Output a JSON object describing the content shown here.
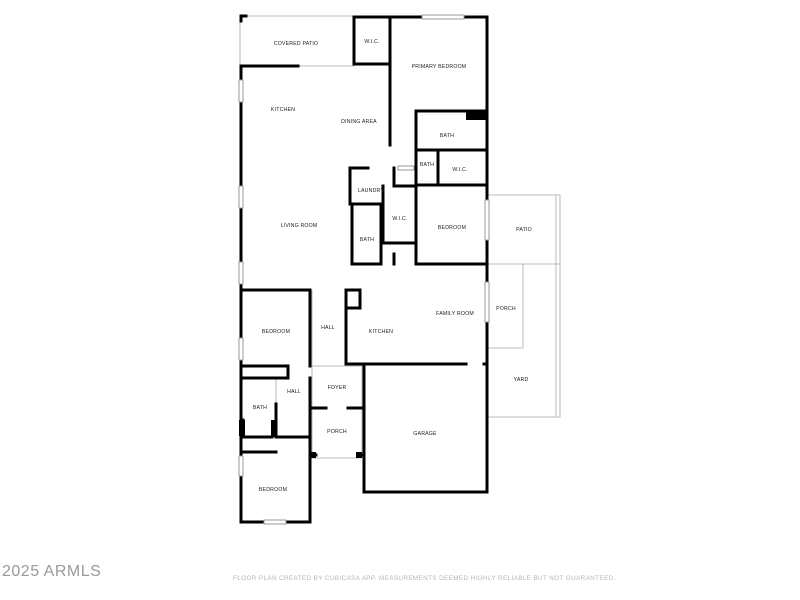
{
  "rooms": {
    "covered_patio": "COVERED PATIO",
    "wic_top": "W.I.C.",
    "primary_bedroom": "PRIMARY BEDROOM",
    "kitchen_top": "KITCHEN",
    "dining_area": "DINING AREA",
    "bath_primary": "BATH",
    "bath_small": "BATH",
    "wic_right": "W.I.C.",
    "laundry": "LAUNDRY",
    "wic_mid": "W.I.C.",
    "living_room": "LIVING ROOM",
    "bath_mid": "BATH",
    "bedroom_mid": "BEDROOM",
    "patio": "PATIO",
    "bedroom_left": "BEDROOM",
    "hall_upper": "HALL",
    "kitchen_lower": "KITCHEN",
    "family_room": "FAMILY ROOM",
    "porch_right": "PORCH",
    "hall_lower": "HALL",
    "foyer": "FOYER",
    "yard": "YARD",
    "bath_left": "BATH",
    "porch_front": "PORCH",
    "garage": "GARAGE",
    "bedroom_bottom": "BEDROOM"
  },
  "footer": {
    "copyright": "2025 ARMLS",
    "disclaimer": "FLOOR PLAN CREATED BY CUBICASA APP. MEASUREMENTS DEEMED HIGHLY RELIABLE BUT NOT GUARANTEED."
  }
}
